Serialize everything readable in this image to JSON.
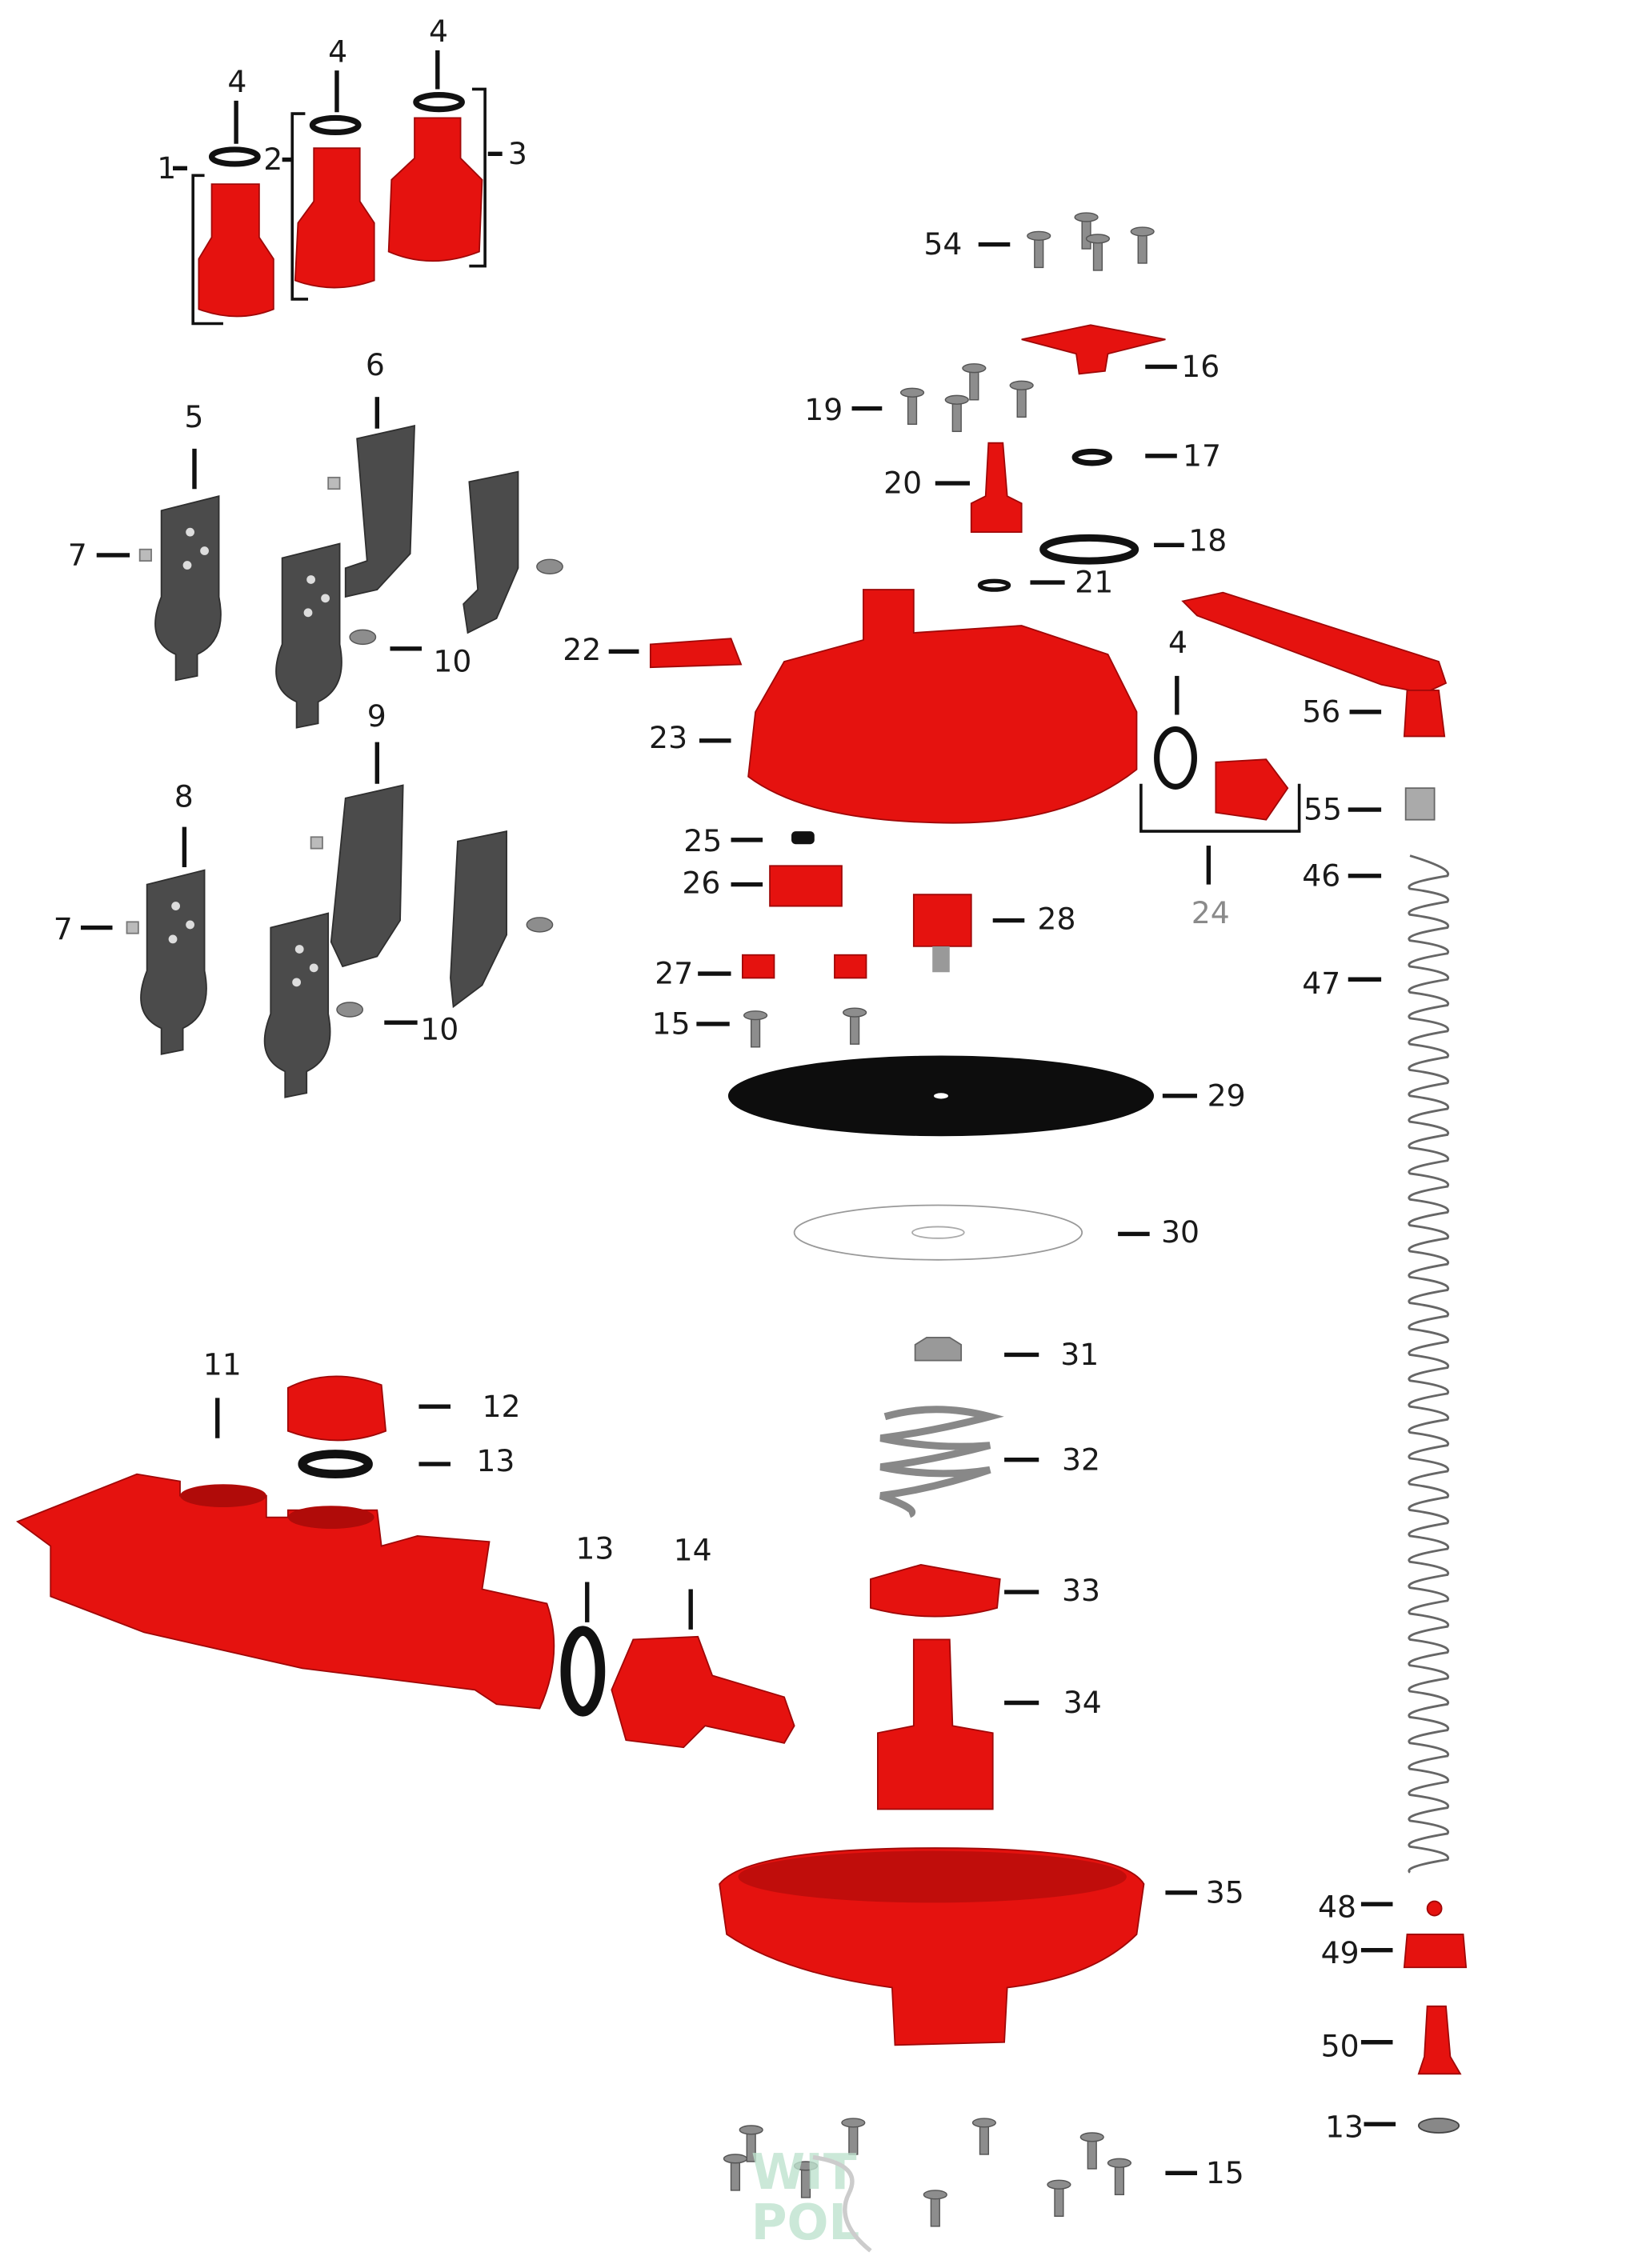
{
  "diagram_title": "",
  "callouts": {
    "c4a": "4",
    "c4b": "4",
    "c4c": "4",
    "c1": "1",
    "c2": "2",
    "c3": "3",
    "c54": "54",
    "c16": "16",
    "c19": "19",
    "c17": "17",
    "c20": "20",
    "c18": "18",
    "c21": "21",
    "c22": "22",
    "c23": "23",
    "c4d": "4",
    "c56": "56",
    "c55": "55",
    "c24": "24",
    "c46": "46",
    "c47": "47",
    "c25": "25",
    "c26": "26",
    "c28": "28",
    "c27": "27",
    "c15a": "15",
    "c29": "29",
    "c30": "30",
    "c31": "31",
    "c32": "32",
    "c33": "33",
    "c34": "34",
    "c35": "35",
    "c48": "48",
    "c49": "49",
    "c50": "50",
    "c13a": "13",
    "c15b": "15",
    "c11": "11",
    "c12": "12",
    "c13b": "13",
    "c13c": "13",
    "c14": "14",
    "c5": "5",
    "c6": "6",
    "c7a": "7",
    "c10a": "10",
    "c9": "9",
    "c8": "8",
    "c7b": "7",
    "c10b": "10"
  },
  "watermark": {
    "line1": "WIT",
    "line2": "POL"
  },
  "colors": {
    "part_red": "#e5120f",
    "bracket_grey": "#4b4b4b",
    "screw_grey": "#8d8d8d",
    "diaphragm": "#111111"
  }
}
